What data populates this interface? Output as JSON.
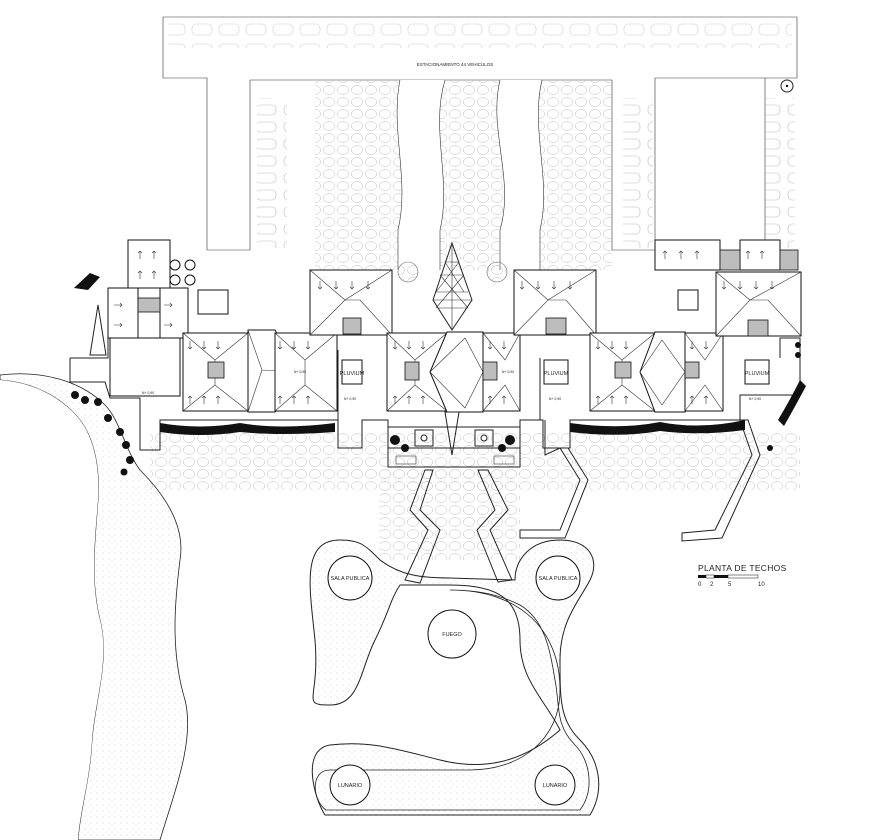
{
  "drawing": {
    "title": "PLANTA DE TECHOS",
    "scale_ticks": [
      "0",
      "2",
      "5",
      "10"
    ],
    "parking_label": "ESTACIONAMIENTO 44 VEHICULOS",
    "pluvium_label": "PLUVIUM",
    "roof_labels": {
      "pluvium_left": "PLUVIUM",
      "pluvium_center": "PLUVIUM",
      "pluvium_right": "PLUVIUM"
    },
    "rooms": {
      "sala_publica_left": "SALA PUBLICA",
      "sala_publica_right": "SALA PUBLICA",
      "fuego": "FUEGO",
      "lunario_left": "LUNARIO",
      "lunario_right": "LUNARIO"
    },
    "levels": {
      "nplus_a": "N+ 0,90",
      "nplus_b": "N+ 0,90",
      "nplus_c": "N+ 0,90",
      "nplus_d": "N+ 0,90",
      "nplus_e": "N+ 0,90",
      "nplus_f": "N+ 0,90"
    },
    "colors": {
      "line": "#222222",
      "shade": "#bdbdbd",
      "paving": "#f7f7f7"
    }
  }
}
